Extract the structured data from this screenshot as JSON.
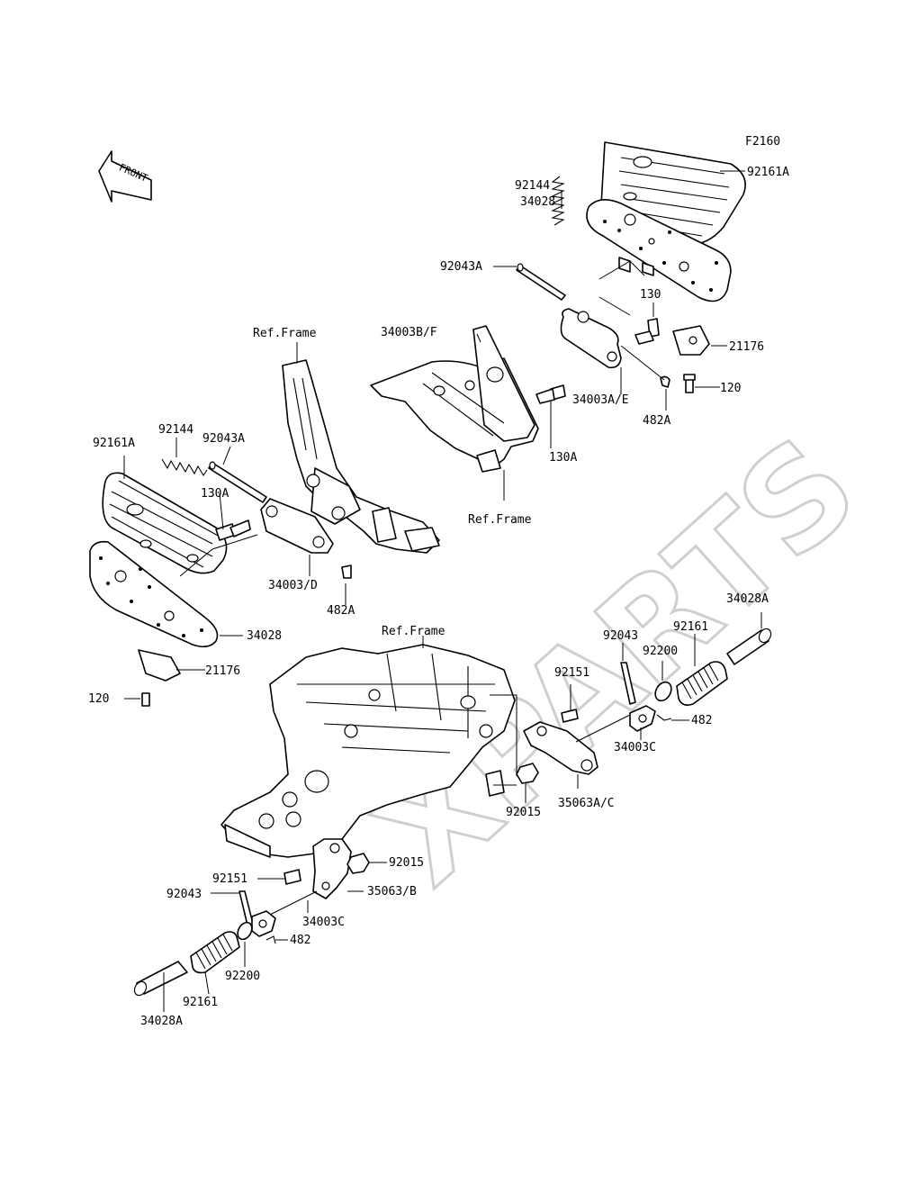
{
  "figure_code": "F2160",
  "front_label": "FRONT",
  "watermark": "XPARTS",
  "ref_frame": {
    "top_left": "Ref.Frame",
    "top_right": "Ref.Frame",
    "bottom": "Ref.Frame"
  },
  "labels": {
    "ur_92161A": "92161A",
    "ur_92144": "92144",
    "ur_34028": "34028",
    "ur_92043A": "92043A",
    "ur_130": "130",
    "ur_34003BF": "34003B/F",
    "ur_21176": "21176",
    "ur_120": "120",
    "ur_34003AE": "34003A/E",
    "ur_482A": "482A",
    "ur_130A": "130A",
    "ul_92144": "92144",
    "ul_92161A": "92161A",
    "ul_92043A": "92043A",
    "ul_130A": "130A",
    "ul_34003D": "34003/D",
    "ul_482A": "482A",
    "ul_34028": "34028",
    "ul_21176": "21176",
    "ul_120": "120",
    "r_34028A": "34028A",
    "r_92043": "92043",
    "r_92161": "92161",
    "r_92200": "92200",
    "r_92151": "92151",
    "r_482": "482",
    "r_34003C": "34003C",
    "r_92015": "92015",
    "r_35063AC": "35063A/C",
    "l_92015": "92015",
    "l_92151": "92151",
    "l_92043": "92043",
    "l_35063B": "35063/B",
    "l_34003C": "34003C",
    "l_482": "482",
    "l_92200": "92200",
    "l_92161": "92161",
    "l_34028A": "34028A"
  }
}
